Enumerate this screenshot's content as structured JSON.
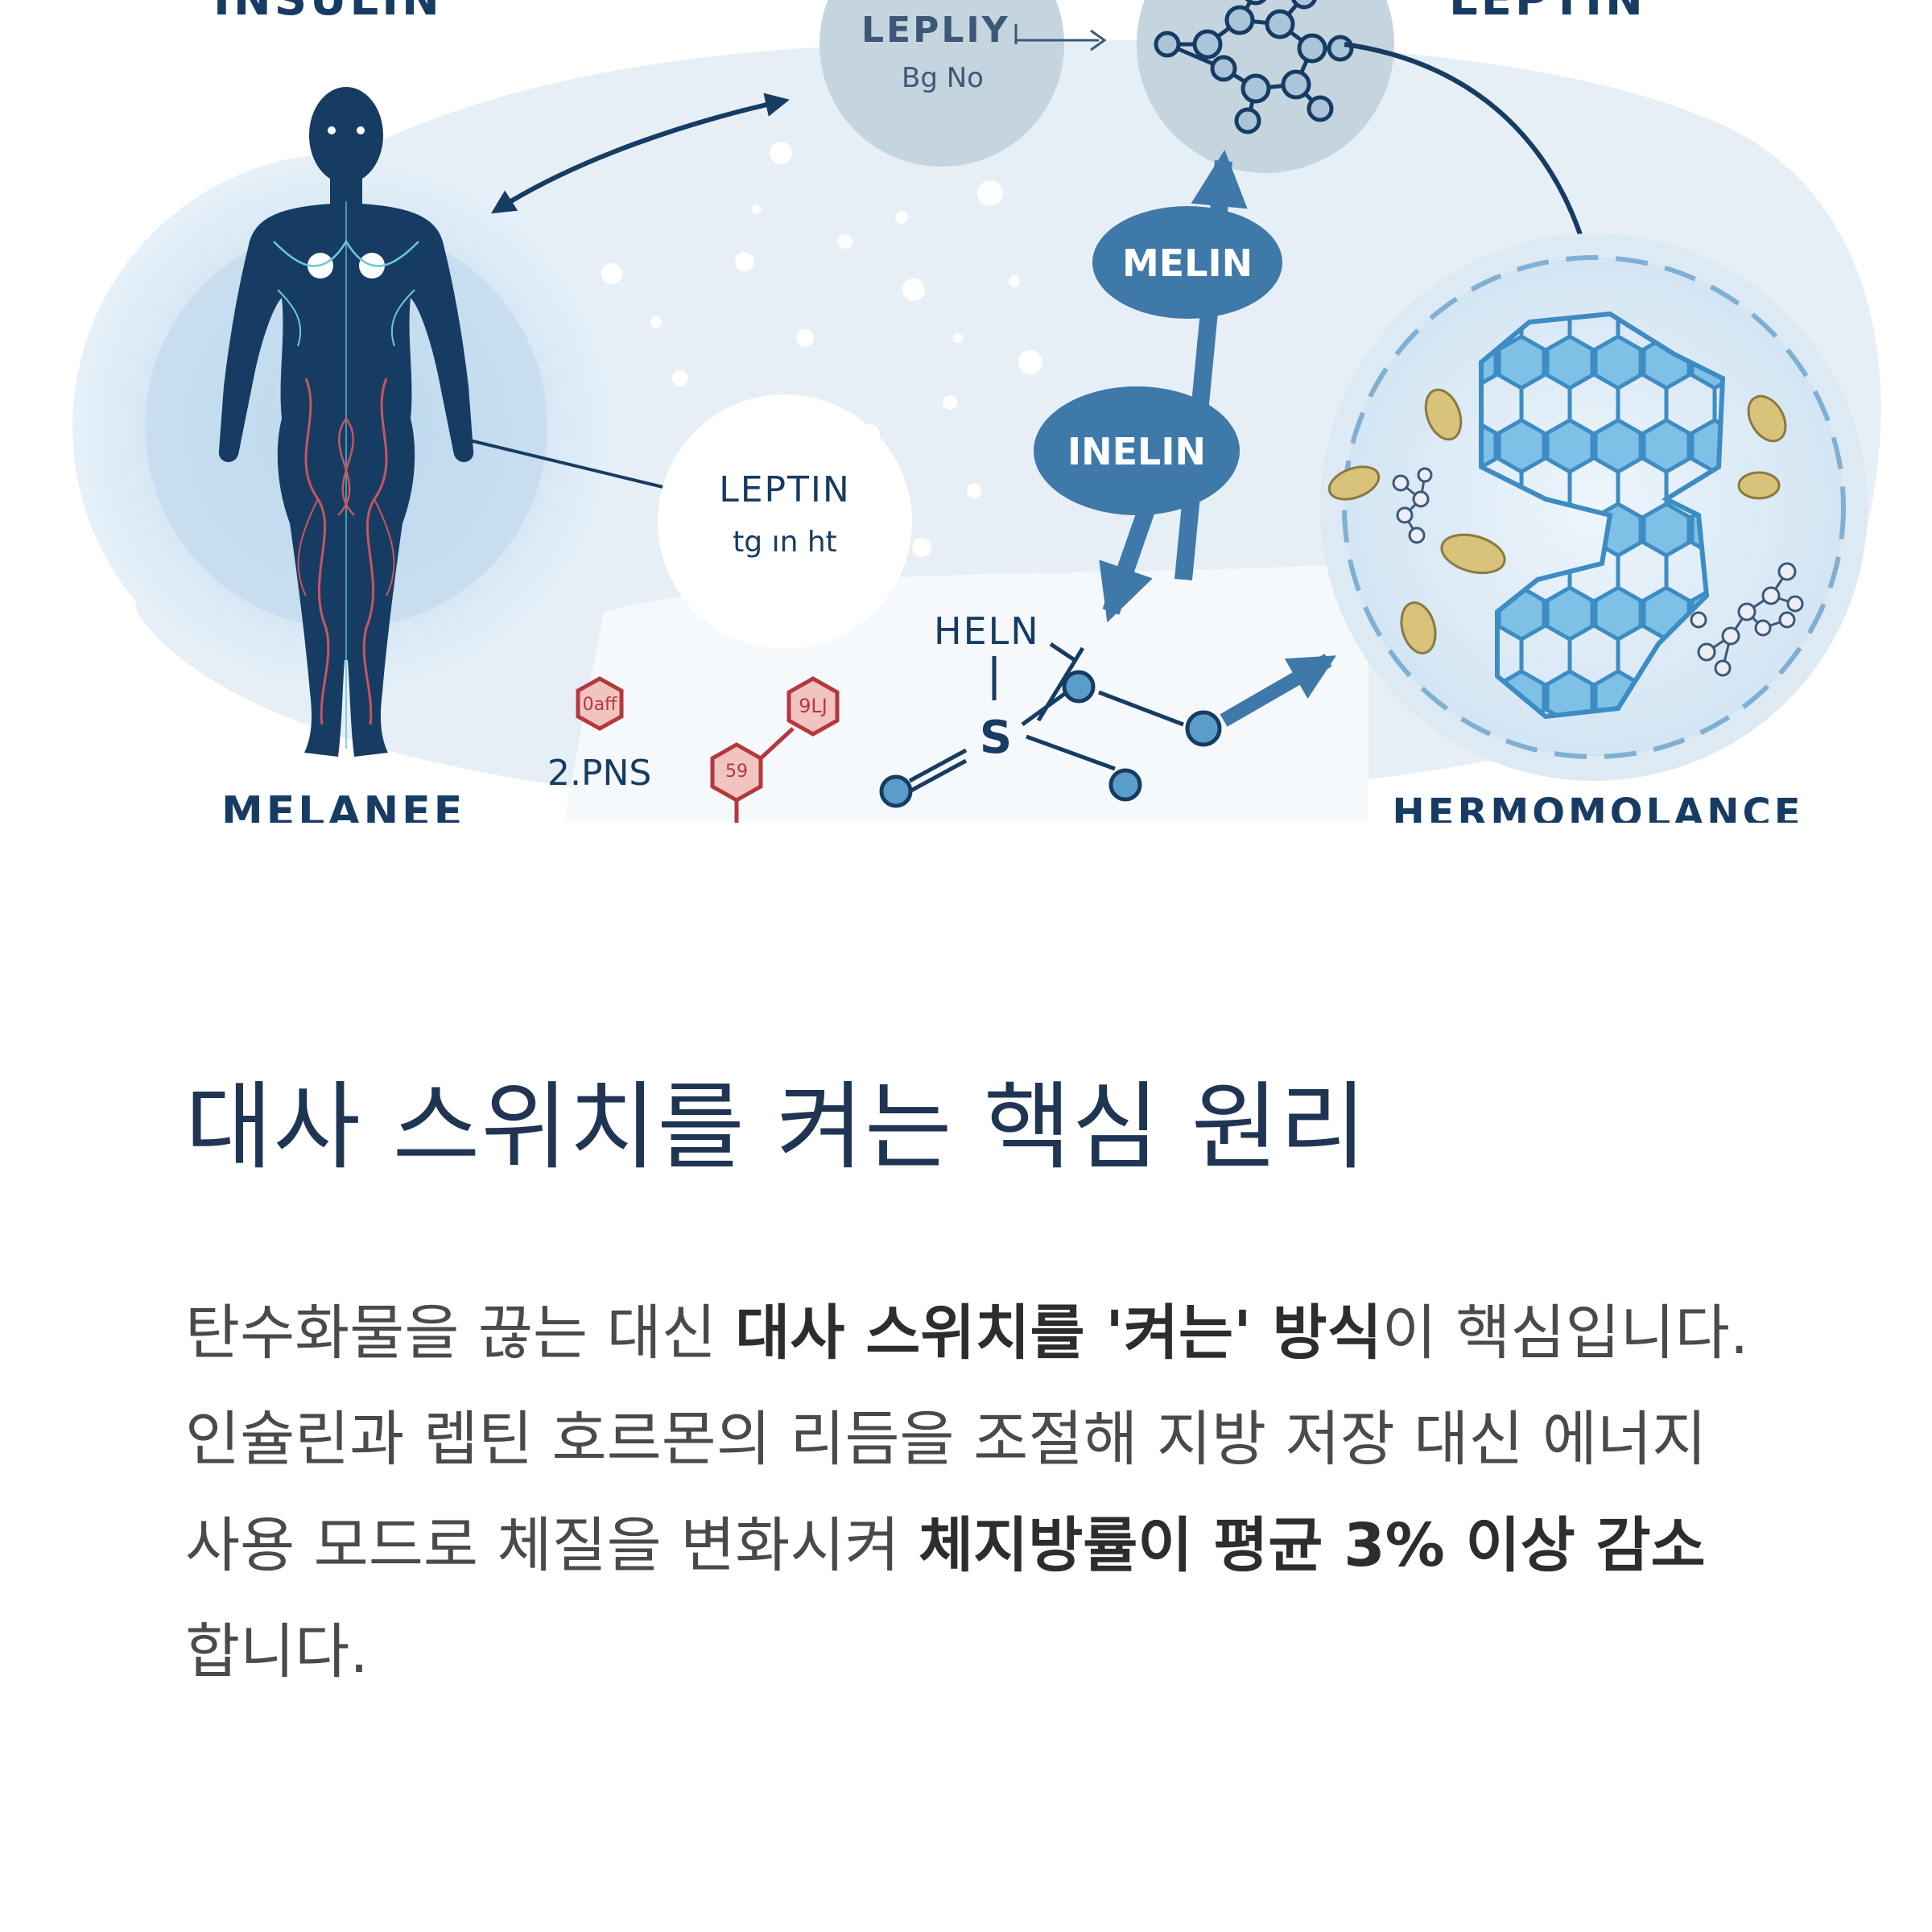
{
  "illustration": {
    "labels": {
      "insulin": "INSULIN",
      "leptin_top": "LEPTIN",
      "lepliy": "LEPLIY",
      "bg_no": "Bg No",
      "melin": "MELIN",
      "inelin": "INELIN",
      "leptin_bubble": "LEPTIN",
      "tg_in_ht": "tg ın ht",
      "heln": "HELN",
      "sulfur": "S",
      "pns": "2.PNS",
      "hex1": "0aff",
      "hex2": "59",
      "hex3": "9LJ",
      "melanee": "MELANEE",
      "hermomolance": "HERMOMOLANCE"
    },
    "colors": {
      "navy": "#173c63",
      "blue": "#3e79a9",
      "light_blue": "#cfe2f0",
      "hex_blue": "#5fb0de",
      "fat_yellow": "#d9c37a",
      "vessel_red": "#c8565d"
    }
  },
  "article": {
    "heading": "대사 스위치를 켜는 핵심 원리",
    "paragraph": {
      "t1": "탄수화물을 끊는 대신 ",
      "b1": "대사 스위치를 '켜는' 방식",
      "t2": "이 핵심입니다. 인슐린과 렙틴 호르몬의 리듬을 조절해 지방 저장 대신 에너지 사용 모드로 체질을 변화시켜 ",
      "b2": "체지방률이 평균 3% 이상 감소",
      "t3": "합니다."
    }
  }
}
